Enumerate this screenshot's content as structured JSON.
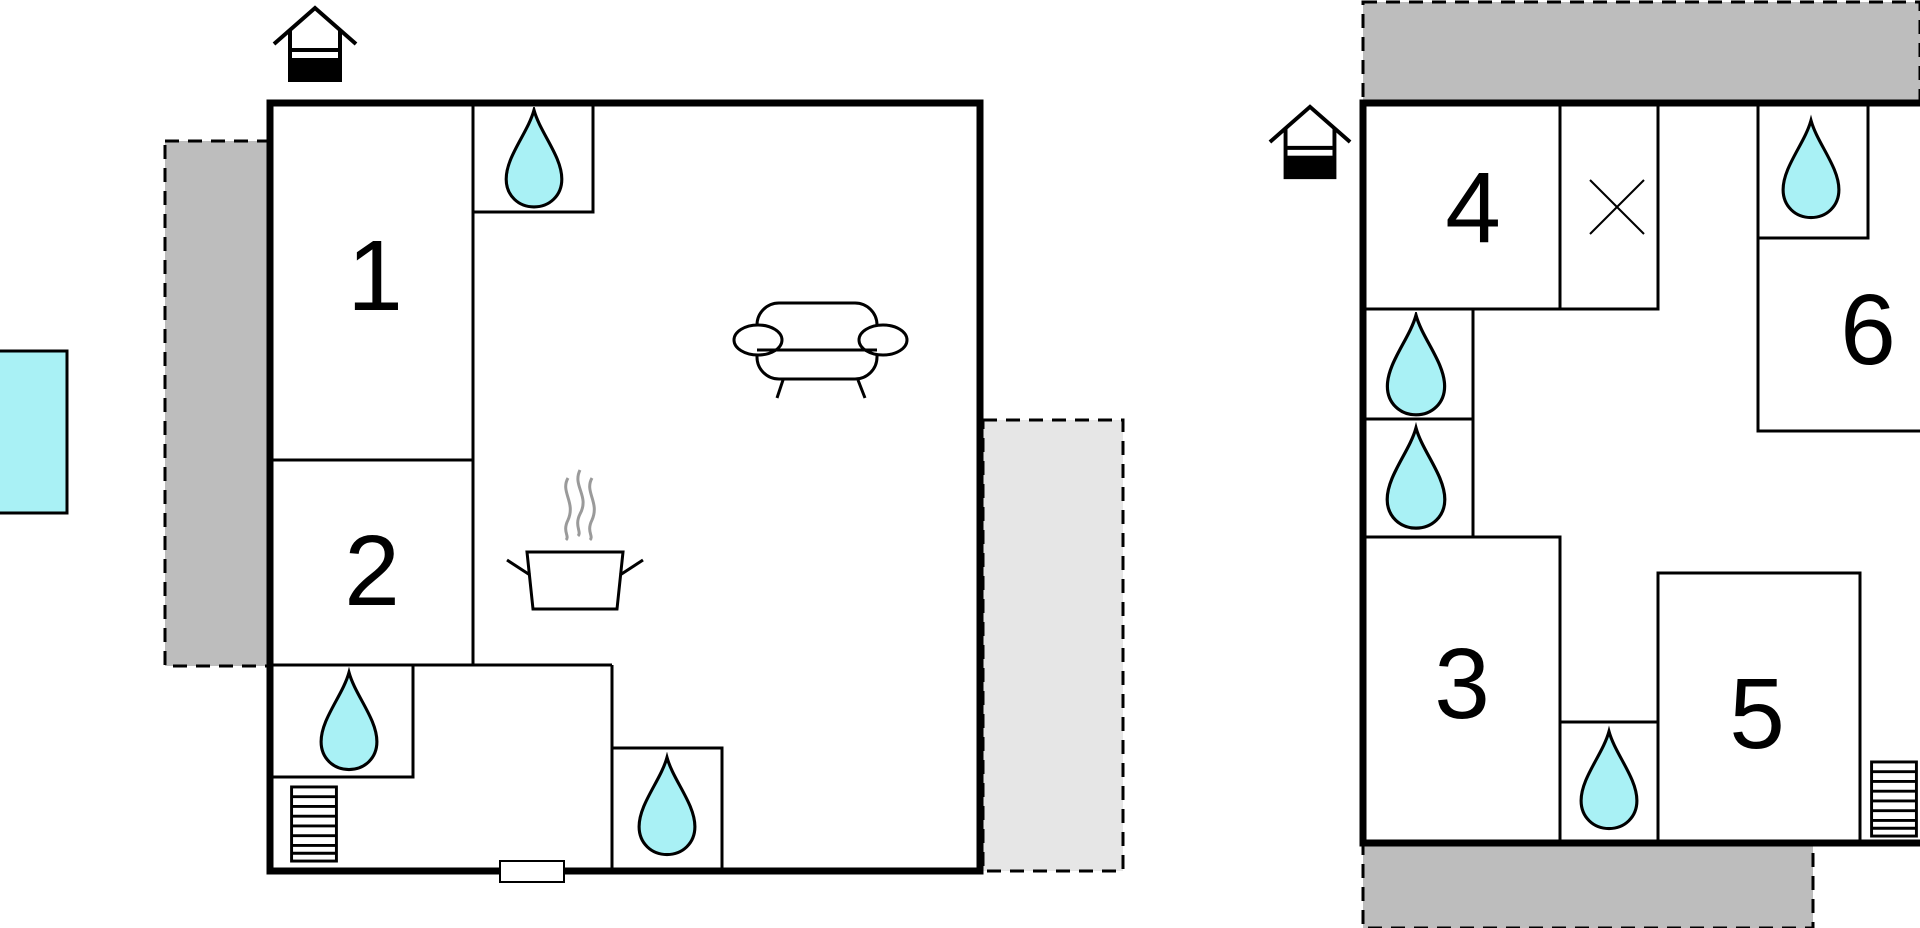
{
  "colors": {
    "terrace_dark": "#bdbdbd",
    "terrace_light": "#e6e6e6",
    "water": "#a9f1f5",
    "pool": "#a9f1f5",
    "wall": "#000000",
    "steam": "#9a9a9a"
  },
  "floors": [
    {
      "name": "ground-floor",
      "rooms": [
        {
          "id": "room-1",
          "number": "1"
        },
        {
          "id": "room-2",
          "number": "2"
        }
      ],
      "icons": [
        "entrance-icon",
        "bathroom-icon",
        "sofa-icon",
        "kitchen-icon",
        "stairs-icon",
        "window-icon"
      ]
    },
    {
      "name": "upper-floor",
      "rooms": [
        {
          "id": "room-3",
          "number": "3"
        },
        {
          "id": "room-4",
          "number": "4"
        },
        {
          "id": "room-5",
          "number": "5"
        },
        {
          "id": "room-6",
          "number": "6"
        }
      ],
      "icons": [
        "entrance-icon",
        "bathroom-icon",
        "storage-cross-icon",
        "stairs-icon"
      ]
    }
  ]
}
